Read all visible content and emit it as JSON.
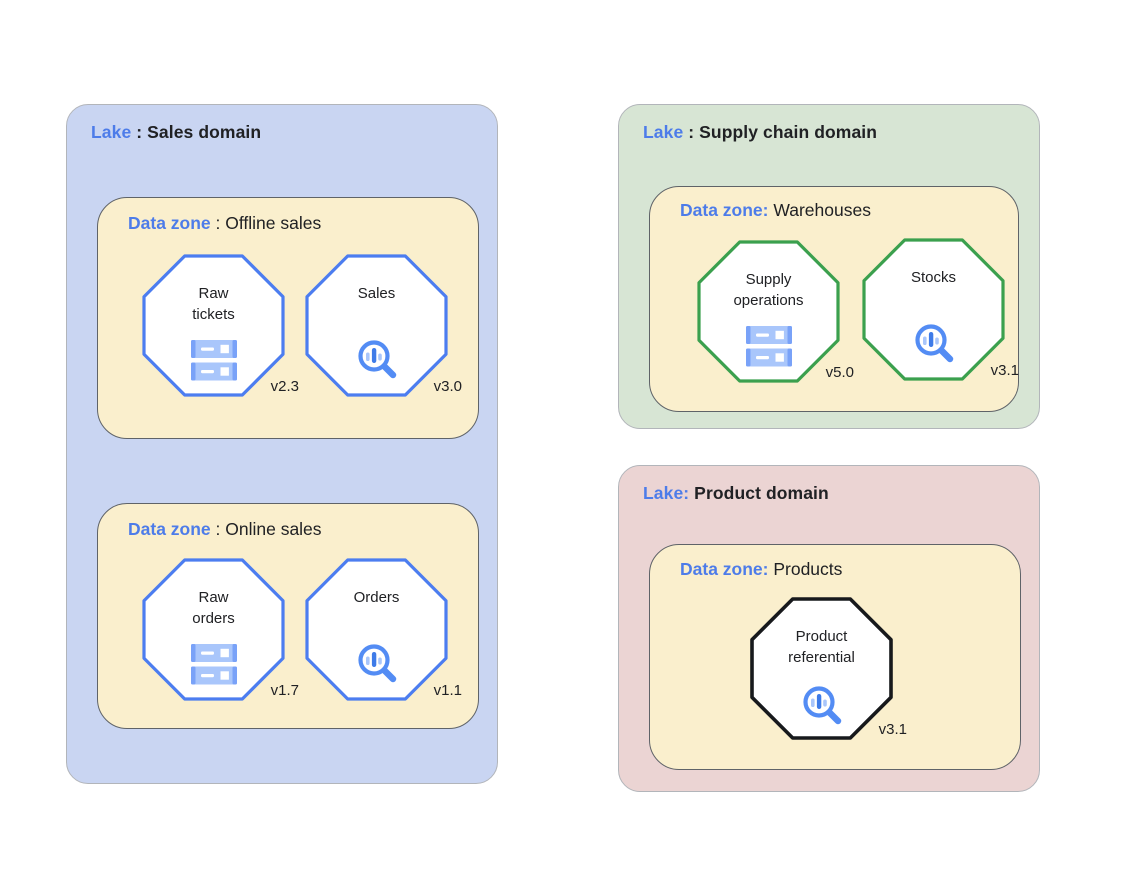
{
  "lakes": [
    {
      "prefix": "Lake",
      "rest": " : Sales domain",
      "bg": "#c9d5f2",
      "octagon_stroke": "#4c7df0",
      "zones": [
        {
          "prefix": "Data zone",
          "rest": " : Offline sales",
          "bg": "#faefcd",
          "nodes": [
            {
              "label": "Raw\ntickets",
              "icon": "storage-icon",
              "version": "v2.3"
            },
            {
              "label": "Sales",
              "icon": "search-analytics-icon",
              "version": "v3.0"
            }
          ]
        },
        {
          "prefix": "Data zone",
          "rest": " : Online sales",
          "bg": "#faefcd",
          "nodes": [
            {
              "label": "Raw\norders",
              "icon": "storage-icon",
              "version": "v1.7"
            },
            {
              "label": "Orders",
              "icon": "search-analytics-icon",
              "version": "v1.1"
            }
          ]
        }
      ]
    },
    {
      "prefix": "Lake",
      "rest": " : Supply chain domain",
      "bg": "#d7e5d4",
      "octagon_stroke": "#3ba04e",
      "zones": [
        {
          "prefix": "Data zone:",
          "rest": " Warehouses",
          "bg": "#faefcd",
          "nodes": [
            {
              "label": "Supply\noperations",
              "icon": "storage-icon",
              "version": "v5.0"
            },
            {
              "label": "Stocks",
              "icon": "search-analytics-icon",
              "version": "v3.1"
            }
          ]
        }
      ]
    },
    {
      "prefix": "Lake:",
      "rest": " Product domain",
      "bg": "#ebd4d3",
      "octagon_stroke": "#17191c",
      "zones": [
        {
          "prefix": "Data zone:",
          "rest": " Products",
          "bg": "#faefcd",
          "nodes": [
            {
              "label": "Product\nreferential",
              "icon": "search-analytics-icon",
              "version": "v3.1"
            }
          ]
        }
      ]
    }
  ],
  "colors": {
    "label_blue": "#4d7ce9",
    "text_black": "#202124",
    "zone_border": "#5f6368",
    "lake_border": "#b2b5ba",
    "octagon_fill": "#ffffff",
    "icon_light_blue": "#a9c6fb",
    "icon_cap_blue": "#79a2f8",
    "icon_solid_blue": "#3e7be8",
    "magnifier_blue": "#538cf4"
  }
}
